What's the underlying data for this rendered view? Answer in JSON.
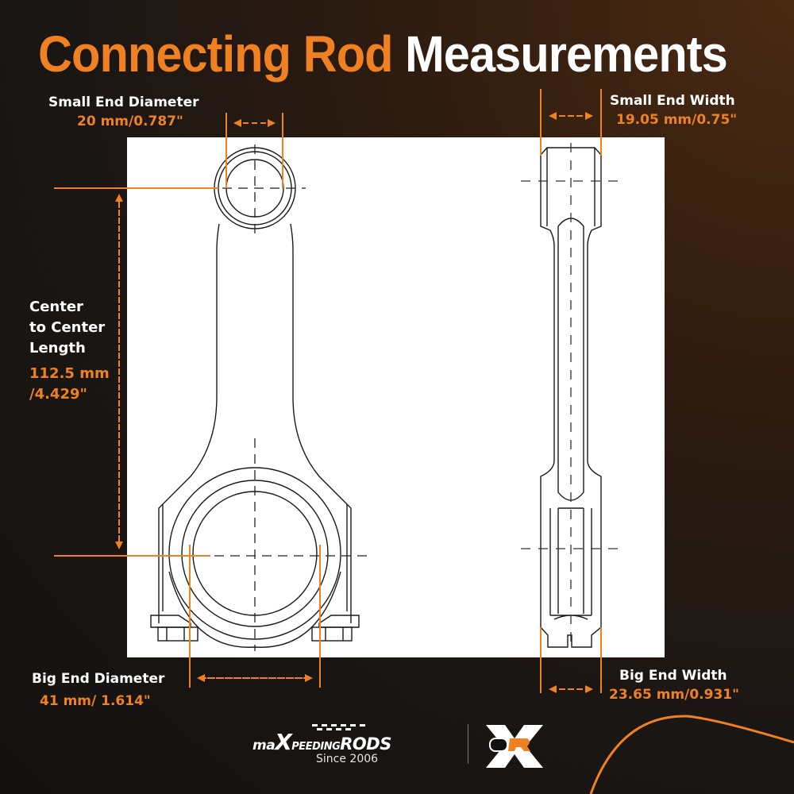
{
  "title": {
    "part1": "Connecting Rod",
    "part2": "Measurements"
  },
  "colors": {
    "accent": "#ef8123",
    "text": "#ffffff",
    "background": "#1a1614",
    "panel": "#ffffff",
    "line": "#1a1a1a"
  },
  "labels": {
    "small_end_diameter": {
      "heading": "Small End Diameter",
      "value": "20 mm/0.787\""
    },
    "small_end_width": {
      "heading": "Small End Width",
      "value": "19.05 mm/0.75\""
    },
    "center_to_center": {
      "heading_lines": [
        "Center",
        "to Center",
        "Length"
      ],
      "value_lines": [
        "112.5 mm",
        "/4.429\""
      ]
    },
    "big_end_diameter": {
      "heading": "Big End Diameter",
      "value": "41 mm/ 1.614\""
    },
    "big_end_width": {
      "heading": "Big End Width",
      "value": "23.65 mm/0.931\""
    }
  },
  "footer": {
    "brand": "maXpeedingRODS",
    "brand_parts": [
      "ma",
      "X",
      "PEEDING",
      "RODS"
    ],
    "tagline": "Since 2006",
    "logo": "xr-logo-icon"
  }
}
